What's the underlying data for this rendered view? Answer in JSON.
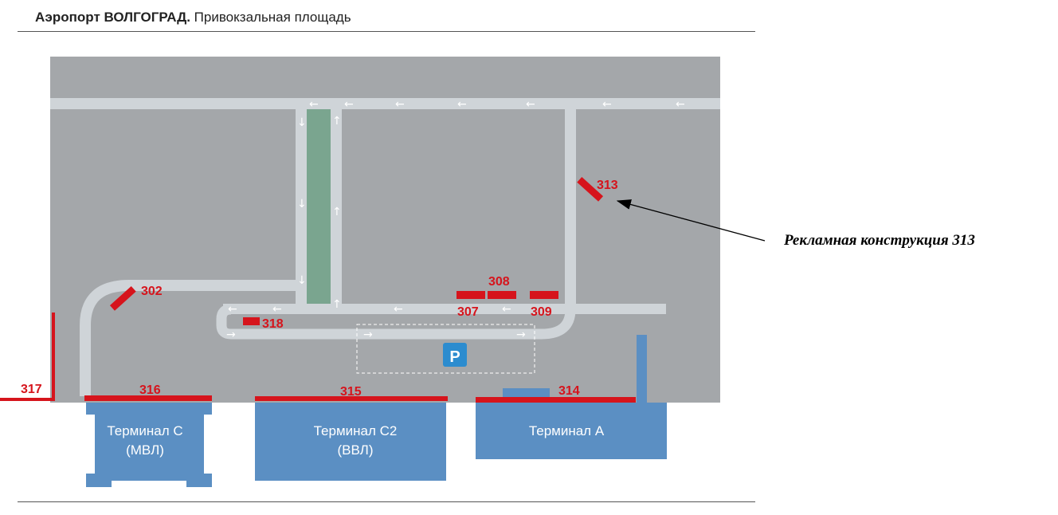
{
  "header": {
    "title_bold": "Аэропорт ВОЛГОГРАД.",
    "title_rest": " Привокзальная площадь"
  },
  "colors": {
    "area": "#a4a7aa",
    "road": "#cfd4d8",
    "green_strip": "#7aa58f",
    "terminal": "#5b8fc3",
    "ad": "#d6141c",
    "parking_badge": "#2c8ccf"
  },
  "ads": {
    "a302": "302",
    "a307": "307",
    "a308": "308",
    "a309": "309",
    "a313": "313",
    "a314": "314",
    "a315": "315",
    "a316": "316",
    "a317": "317",
    "a318": "318"
  },
  "terminals": {
    "c": {
      "line1": "Терминал С",
      "line2": "(МВЛ)"
    },
    "c2": {
      "line1": "Терминал С2",
      "line2": "(ВВЛ)"
    },
    "a": {
      "line1": "Терминал А"
    }
  },
  "parking": {
    "symbol": "P"
  },
  "callout": {
    "text": "Рекламная конструкция 313"
  },
  "icons": {
    "arrow_left": "←",
    "arrow_right": "→",
    "arrow_up": "↑",
    "arrow_down": "↓"
  }
}
